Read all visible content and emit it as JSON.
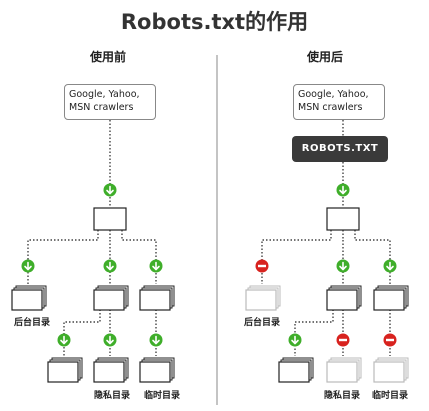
{
  "title": "Robots.txt的作用",
  "left": {
    "heading": "使用前",
    "crawler_lines": [
      "Google, Yahoo,",
      "MSN crawlers"
    ],
    "labels": {
      "backend": "后台目录",
      "private": "隐私目录",
      "temp": "临时目录"
    }
  },
  "right": {
    "heading": "使用后",
    "crawler_lines": [
      "Google, Yahoo,",
      "MSN crawlers"
    ],
    "robots_label": "ROBOTS.TXT",
    "labels": {
      "backend": "后台目录",
      "private": "隐私目录",
      "temp": "临时目录"
    }
  },
  "colors": {
    "allow": "#3fae2a",
    "block": "#d8231f",
    "line": "#444444",
    "divider": "#888888",
    "muted_folder": "#bbbbbb"
  }
}
